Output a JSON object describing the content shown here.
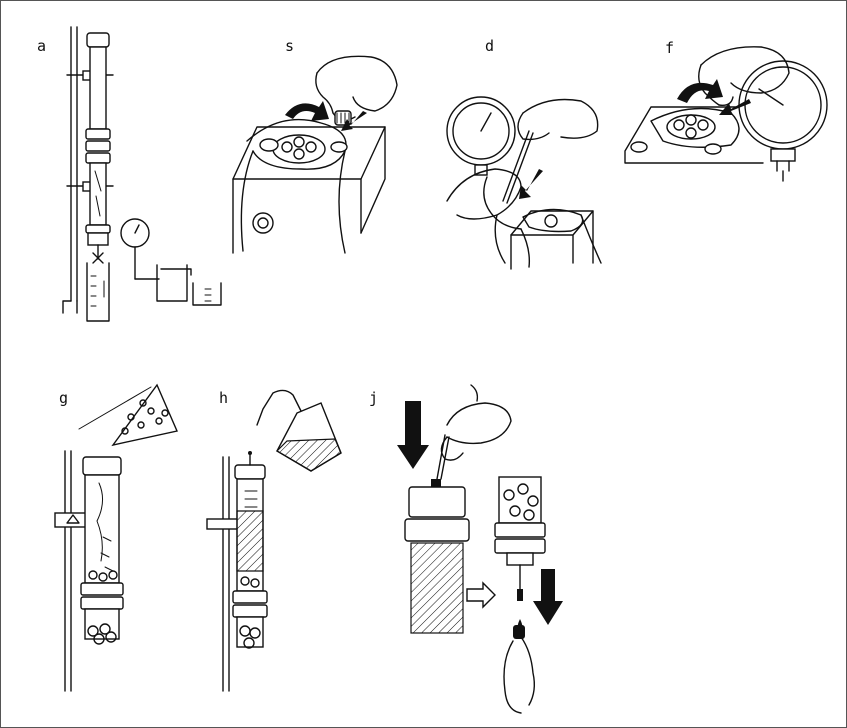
{
  "panels": [
    {
      "id": "a",
      "label": "a"
    },
    {
      "id": "s",
      "label": "s"
    },
    {
      "id": "d",
      "label": "d"
    },
    {
      "id": "f",
      "label": "f"
    },
    {
      "id": "g",
      "label": "g"
    },
    {
      "id": "h",
      "label": "h"
    },
    {
      "id": "j",
      "label": "j"
    }
  ]
}
